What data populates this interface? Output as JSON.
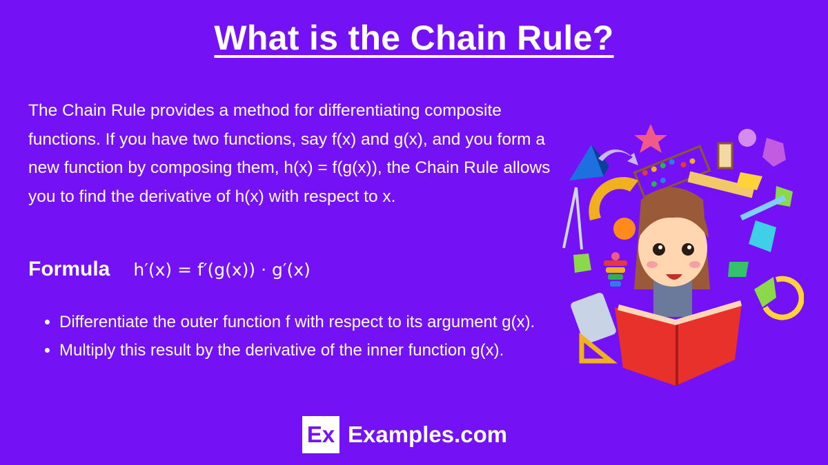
{
  "page": {
    "title": "What is the Chain Rule?",
    "intro": "The Chain Rule provides a method for differentiating composite functions. If you have two functions, say f(x) and g(x), and you form a new function by composing them, h(x) = f(g(x)), the Chain Rule allows you to find the derivative of h(x) with respect to x.",
    "formula_label": "Formula",
    "formula": "h′(x) = f′(g(x)) · g′(x)",
    "steps": [
      "Differentiate the outer function f with respect to its argument g(x).",
      "Multiply this result by the derivative of the inner function g(x)."
    ]
  },
  "brand": {
    "logo_text": "Ex",
    "name": "Examples.com"
  },
  "illustration": {
    "icon": "girl-reading-book-with-math-tools-illustration"
  },
  "colors": {
    "background": "#7412f5",
    "text": "#ffffff",
    "book": "#e8312a"
  }
}
